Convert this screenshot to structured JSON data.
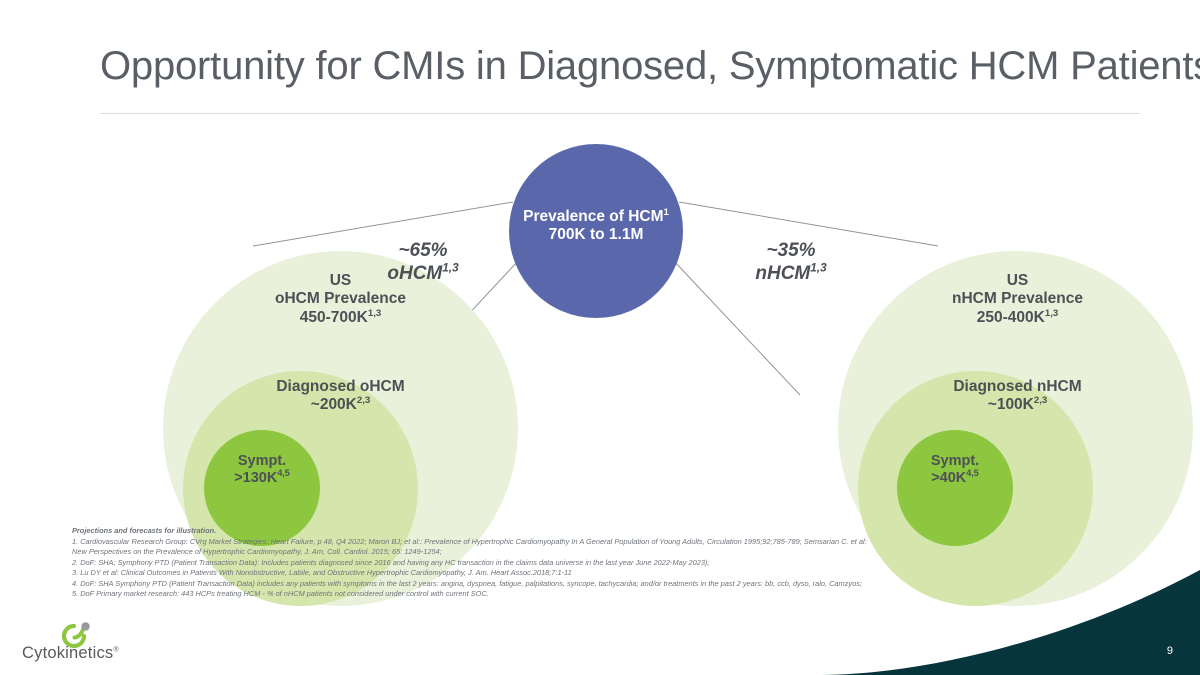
{
  "slide": {
    "title": "Opportunity for CMIs in Diagnosed, Symptomatic HCM Patients",
    "page_number": "9"
  },
  "colors": {
    "blue_circle": "#5a68ab",
    "green_outer": "#e9f1da",
    "green_mid": "#d4e6ab",
    "green_inner": "#8dc63f",
    "title_text": "#5a5f66",
    "body_text": "#4d5156",
    "footer_swoosh": "#06363c",
    "logo_green": "#8dc63f",
    "logo_gray": "#97999b"
  },
  "diagram": {
    "center": {
      "line1": "Prevalence of HCM",
      "line1_sup": "1",
      "line2": "700K to 1.1M"
    },
    "left": {
      "split_pct": "~65%",
      "split_label": "oHCM",
      "split_sup": "1,3",
      "outer": {
        "line1": "US",
        "line2": "oHCM Prevalence",
        "line3": "450-700K",
        "line3_sup": "1,3"
      },
      "mid": {
        "line1": "Diagnosed oHCM",
        "line2": "~200K",
        "line2_sup": "2,3"
      },
      "inner": {
        "line1": "Sympt.",
        "line2": ">130K",
        "line2_sup": "4,5"
      }
    },
    "right": {
      "split_pct": "~35%",
      "split_label": "nHCM",
      "split_sup": "1,3",
      "outer": {
        "line1": "US",
        "line2": "nHCM Prevalence",
        "line3": "250-400K",
        "line3_sup": "1,3"
      },
      "mid": {
        "line1": "Diagnosed nHCM",
        "line2": "~100K",
        "line2_sup": "2,3"
      },
      "inner": {
        "line1": "Sympt.",
        "line2": ">40K",
        "line2_sup": "4,5"
      }
    }
  },
  "footnotes": {
    "header": "Projections and forecasts for illustration.",
    "lines": [
      "1. Cardiovascular Research Group: CVrg Market Strategies: Heart Failure, p 48, Q4 2022; Maron BJ; et al:: Prevalence of Hypertrophic Cardiomyopathy In A General Population of Young Adults, Circulation 1995;92;785-789; Semsarian C. et al:",
      "New Perspectives on the Prevalence of Hypertrophic Cardiomyopathy, J. Am, Coll. Cardiol. 2015; 65: 1249-1254;",
      "2. DoF: SHA; Symphony PTD (Patient Transaction Data): Includes patients diagnosed since 2016 and having any HC transaction in the claims data universe in the last year June 2022-May 2023);",
      "3. Lu DY et al: Clinical Outcomes in Patients With Nonobstructive, Labile, and Obstructive Hypertrophic Cardiomyopathy, J. Am. Heart Assoc.2018;7:1-11",
      "4. DoF: SHA Symphony PTD (Patient Transaction Data) includes any patients with symptoms in the last 2 years: angina,  dyspnea, fatigue, palpitations, syncope, tachycardia; and/or treatments in the past 2 years: bb, ccb, dyso, ralo, Camzyos;",
      "5. DoF Primary market research: 443 HCPs treating HCM - % of nHCM patients not considered under control with current SOC."
    ]
  },
  "logo": {
    "wordmark": "Cytokinetics",
    "registered": "®"
  }
}
